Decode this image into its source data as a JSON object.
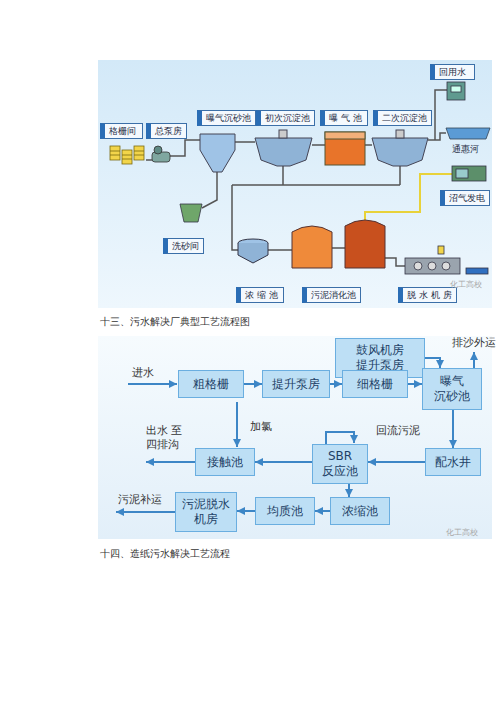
{
  "diagram": {
    "nodes": [
      {
        "text": [
          "格栅间"
        ]
      },
      {
        "text": [
          "总泵房"
        ]
      },
      {
        "text": [
          "曝气沉砂池"
        ]
      },
      {
        "text": [
          "初次沉淀池"
        ]
      },
      {
        "text": [
          "曝 气 池"
        ]
      },
      {
        "text": [
          "二次沉淀池"
        ]
      },
      {
        "text": [
          "回用水"
        ]
      },
      {
        "text": [
          "洗砂间"
        ]
      },
      {
        "text": [
          "沼气发电"
        ]
      },
      {
        "text": [
          "浓 缩 池"
        ]
      },
      {
        "text": [
          "污泥消化池"
        ]
      },
      {
        "text": [
          "脱 水 机 房"
        ]
      },
      {
        "text": [
          "鼓风机房 提升泵房"
        ]
      },
      {
        "text": [
          "粗格栅"
        ]
      },
      {
        "text": [
          "提升泵房"
        ]
      },
      {
        "text": [
          "细格栅"
        ]
      },
      {
        "text": [
          "曝气 沉砂池"
        ]
      },
      {
        "text": [
          "SBR 反应池"
        ]
      },
      {
        "text": [
          "配水井"
        ]
      },
      {
        "text": [
          "接触池"
        ]
      },
      {
        "text": [
          "浓缩池"
        ]
      },
      {
        "text": [
          "均质池"
        ]
      },
      {
        "text": [
          "污泥脱水 机房"
        ]
      }
    ],
    "edges": [
      {
        "from": 13,
        "to": 14,
        "arrow": "to"
      },
      {
        "from": 14,
        "to": 15,
        "arrow": "to"
      },
      {
        "from": 15,
        "to": 16,
        "arrow": "to"
      },
      {
        "from": 12,
        "to": 16,
        "arrow": "to"
      },
      {
        "from": 16,
        "to": 18,
        "arrow": "to"
      },
      {
        "from": 18,
        "to": 17,
        "arrow": "to"
      },
      {
        "from": 17,
        "to": 19,
        "arrow": "to"
      },
      {
        "from": 17,
        "to": 20,
        "arrow": "to"
      },
      {
        "from": 20,
        "to": 21,
        "arrow": "to"
      },
      {
        "from": 21,
        "to": 22,
        "arrow": "to"
      }
    ],
    "labels": [
      "通惠河",
      "化工高校",
      "十三、污水解决厂典型工艺流程图",
      "进水",
      "排沙外运",
      "加氯",
      "回流污泥",
      "出水 至四排沟",
      "污泥补运",
      "化工高校",
      "十四、造纸污水解决工艺流程"
    ]
  }
}
